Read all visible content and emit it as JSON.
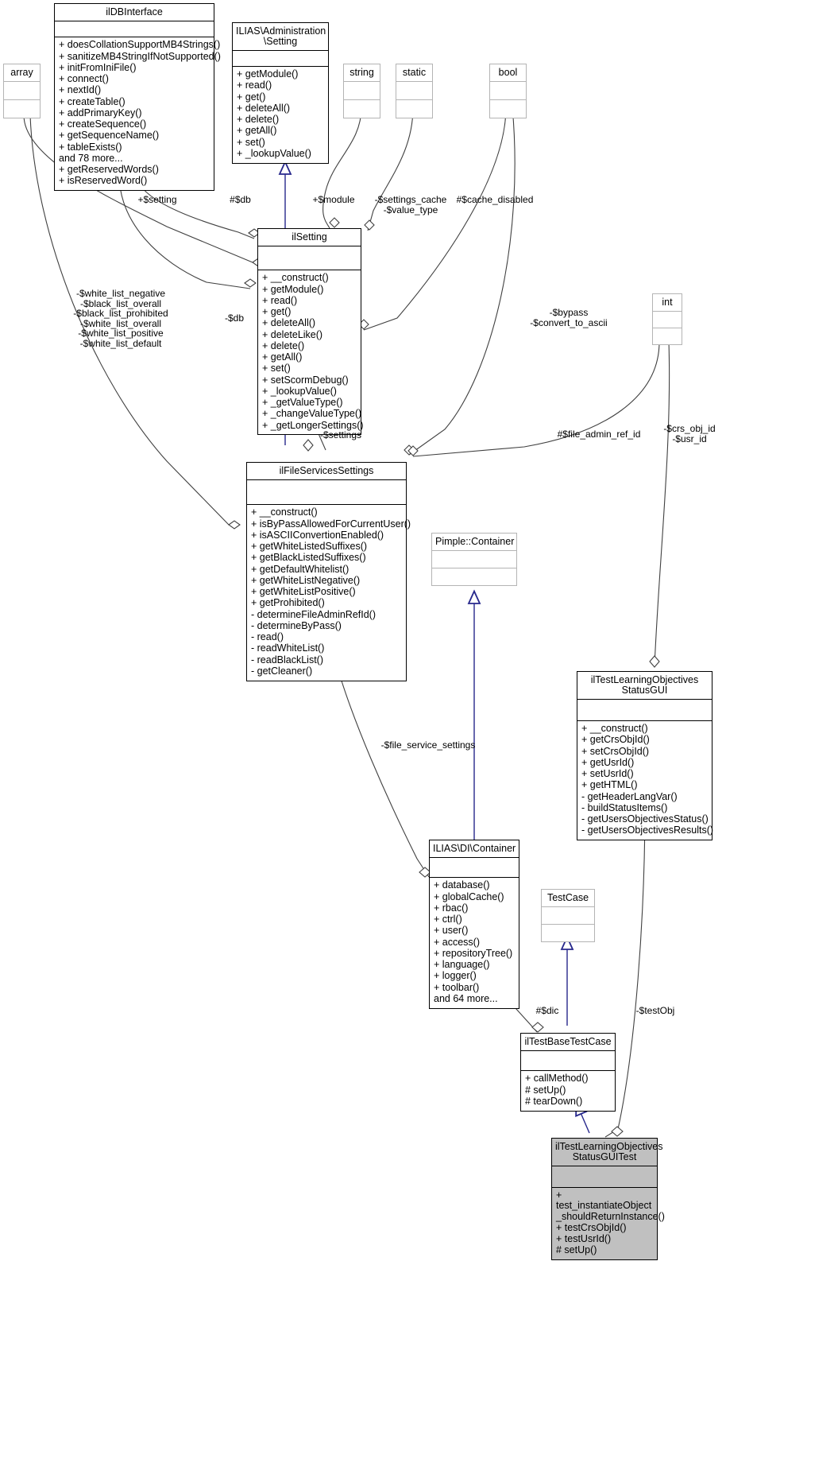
{
  "diagram": {
    "type": "uml-class-collaboration-diagram",
    "background": "#ffffff",
    "line_color": "#404040",
    "inherit_color": "#27288c",
    "highlight_fill": "#c0c0c0",
    "ghost_border": "#b4b4b4"
  },
  "nodes": {
    "array": {
      "title": "array",
      "attrs": "",
      "ops": []
    },
    "ildbinterface": {
      "title": "ilDBInterface",
      "attrs": "",
      "ops": [
        "+ doesCollationSupportMB4Strings()",
        "+ sanitizeMB4StringIfNotSupported()",
        "+ initFromIniFile()",
        "+ connect()",
        "+ nextId()",
        "+ createTable()",
        "+ addPrimaryKey()",
        "+ createSequence()",
        "+ getSequenceName()",
        "+ tableExists()",
        "and 78 more...",
        "+ getReservedWords()",
        "+ isReservedWord()"
      ]
    },
    "ilias_administration_setting": {
      "title": "ILIAS\\Administration\n\\Setting",
      "attrs": "",
      "ops": [
        "+ getModule()",
        "+ read()",
        "+ get()",
        "+ deleteAll()",
        "+ delete()",
        "+ getAll()",
        "+ set()",
        "+ _lookupValue()"
      ]
    },
    "string": {
      "title": "string",
      "attrs": "",
      "ops": []
    },
    "static": {
      "title": "static",
      "attrs": "",
      "ops": []
    },
    "bool": {
      "title": "bool",
      "attrs": "",
      "ops": []
    },
    "int": {
      "title": "int",
      "attrs": "",
      "ops": []
    },
    "ilsetting": {
      "title": "ilSetting",
      "attrs": "",
      "ops": [
        "+ __construct()",
        "+ getModule()",
        "+ read()",
        "+ get()",
        "+ deleteAll()",
        "+ deleteLike()",
        "+ delete()",
        "+ getAll()",
        "+ set()",
        "+ setScormDebug()",
        "+ _lookupValue()",
        "+ _getValueType()",
        "+ _changeValueType()",
        "+ _getLongerSettings()"
      ]
    },
    "ilfileservicessettings": {
      "title": "ilFileServicesSettings",
      "attrs": "",
      "ops": [
        "+ __construct()",
        "+ isByPassAllowedForCurrentUser()",
        "+ isASCIIConvertionEnabled()",
        "+ getWhiteListedSuffixes()",
        "+ getBlackListedSuffixes()",
        "+ getDefaultWhitelist()",
        "+ getWhiteListNegative()",
        "+ getWhiteListPositive()",
        "+ getProhibited()",
        "- determineFileAdminRefId()",
        "- determineByPass()",
        "- read()",
        "- readWhiteList()",
        "- readBlackList()",
        "- getCleaner()"
      ]
    },
    "pimple_container": {
      "title": "Pimple::Container",
      "attrs": "",
      "ops": []
    },
    "ilias_di_container": {
      "title": "ILIAS\\DI\\Container",
      "attrs": "",
      "ops": [
        "+ database()",
        "+ globalCache()",
        "+ rbac()",
        "+ ctrl()",
        "+ user()",
        "+ access()",
        "+ repositoryTree()",
        "+ language()",
        "+ logger()",
        "+ toolbar()",
        "and 64 more..."
      ]
    },
    "iltestlearningobjectivesstatusgui": {
      "title": "ilTestLearningObjectives\nStatusGUI",
      "attrs": "",
      "ops": [
        "+ __construct()",
        "+ getCrsObjId()",
        "+ setCrsObjId()",
        "+ getUsrId()",
        "+ setUsrId()",
        "+ getHTML()",
        "- getHeaderLangVar()",
        "- buildStatusItems()",
        "- getUsersObjectivesStatus()",
        "- getUsersObjectivesResults()"
      ]
    },
    "testcase": {
      "title": "TestCase",
      "attrs": "",
      "ops": []
    },
    "iltestbasetestcase": {
      "title": "ilTestBaseTestCase",
      "attrs": "",
      "ops": [
        "+ callMethod()",
        "# setUp()",
        "# tearDown()"
      ]
    },
    "iltestlearningobjectivesstatusguitest": {
      "title": "ilTestLearningObjectives\nStatusGUITest",
      "attrs": "",
      "ops": [
        "+ test_instantiateObject\n_shouldReturnInstance()",
        "+ testCrsObjId()",
        "+ testUsrId()",
        "# setUp()"
      ]
    }
  },
  "edge_labels": {
    "setting": "+$setting",
    "db_hash": "#$db",
    "module": "+$module",
    "settings_cache": "-$settings_cache\n-$value_type",
    "cache_disabled": "#$cache_disabled",
    "white_lists": "-$white_list_negative\n-$black_list_overall\n-$black_list_prohibited\n-$white_list_overall\n-$white_list_positive\n-$white_list_default",
    "db_private": "-$db",
    "bypass": "-$bypass\n-$convert_to_ascii",
    "settings": "-$settings",
    "file_admin_ref_id": "#$file_admin_ref_id",
    "crs_obj_id": "-$crs_obj_id\n-$usr_id",
    "file_service_settings": "-$file_service_settings",
    "dic": "#$dic",
    "test_obj": "-$testObj"
  }
}
